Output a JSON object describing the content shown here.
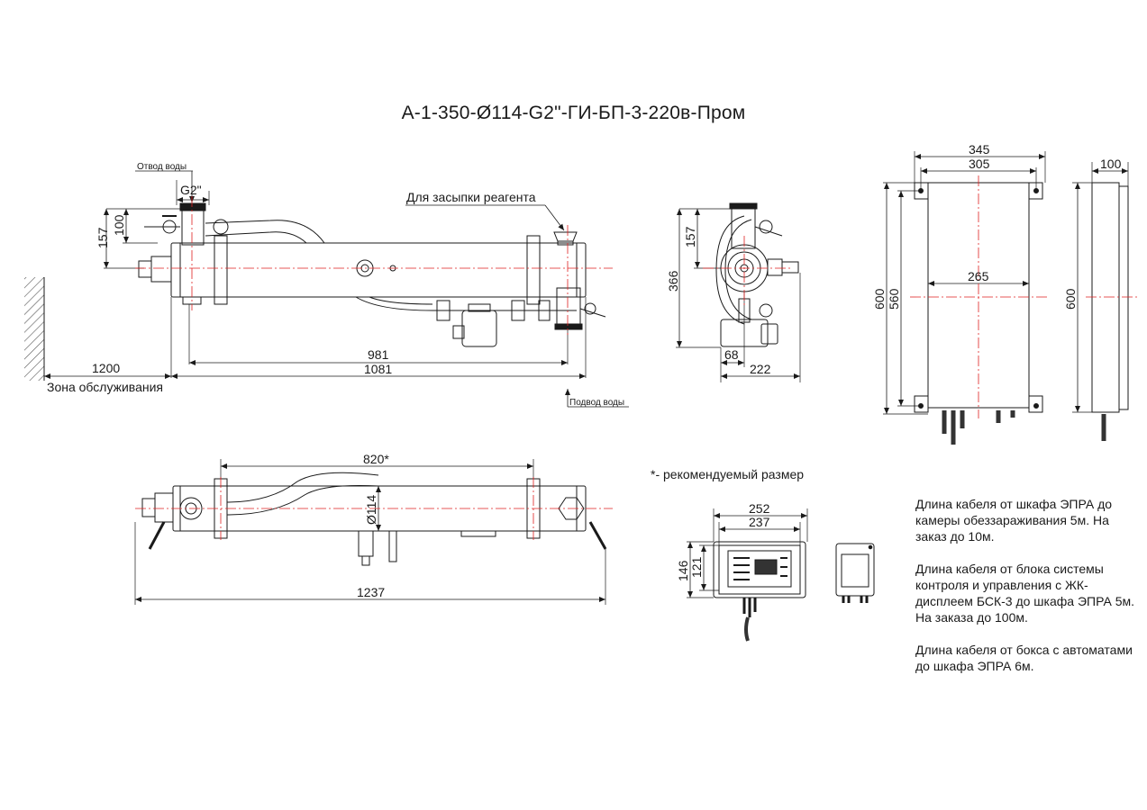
{
  "title": "А-1-350-Ø114-G2\"-ГИ-БП-3-220в-Пром",
  "labels": {
    "water_out": "Отвод воды",
    "water_in": "Подвод воды",
    "thread": "G2\"",
    "reagent": "Для засыпки реагента",
    "service_zone": "Зона обслуживания",
    "diameter": "Ø114",
    "recommended_note": "*- рекомендуемый размер"
  },
  "dimensions": {
    "d_157_front": "157",
    "d_100_front": "100",
    "d_1200": "1200",
    "d_981": "981",
    "d_1081": "1081",
    "d_157_side": "157",
    "d_366": "366",
    "d_68": "68",
    "d_222": "222",
    "d_345": "345",
    "d_305": "305",
    "d_265": "265",
    "d_600_a": "600",
    "d_560": "560",
    "d_100_cab": "100",
    "d_600_b": "600",
    "d_820": "820*",
    "d_1237": "1237",
    "d_252": "252",
    "d_237": "237",
    "d_146": "146",
    "d_121": "121"
  },
  "notes": [
    "Длина кабеля от шкафа ЭПРА до камеры обеззараживания 5м. На заказ до 10м.",
    "Длина кабеля от блока системы контроля и управления с ЖК-дисплеем БСК-3 до шкафа ЭПРА 5м. На заказа до 100м.",
    "Длина кабеля от бокса с автоматами до шкафа ЭПРА 6м."
  ],
  "colors": {
    "line": "#1a1a1a",
    "axis": "#e02020",
    "hatch": "#555555"
  }
}
